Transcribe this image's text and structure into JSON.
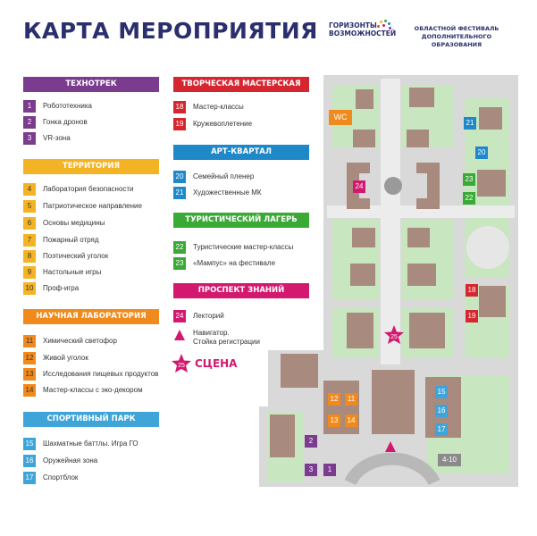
{
  "title": "КАРТА МЕРОПРИЯТИЯ",
  "logo": {
    "line1": "ГОРИЗОНТЫ",
    "line2": "ВОЗМОЖНОСТЕЙ"
  },
  "festival": {
    "line1": "ОБЛАСТНОЙ ФЕСТИВАЛЬ",
    "line2": "ДОПОЛНИТЕЛЬНОГО ОБРАЗОВАНИЯ"
  },
  "colors": {
    "title": "#2b2f6e",
    "tehnotrek": "#7b3b8e",
    "territory": "#f4b324",
    "nauchnaya": "#f08a1d",
    "sport": "#3fa4d8",
    "tvorcheskaya": "#d6262f",
    "artkvartal": "#1e88c9",
    "turist": "#3aa935",
    "prospekt": "#d3186f",
    "map_ground": "#d9d9d9",
    "map_building": "#a88a7e",
    "map_green": "#c8e6c0"
  },
  "sections": {
    "tehnotrek": {
      "title": "ТЕХНОТРЕК",
      "items": [
        {
          "num": "1",
          "label": "Робототехника"
        },
        {
          "num": "2",
          "label": "Гонка дронов"
        },
        {
          "num": "3",
          "label": "VR-зона"
        }
      ]
    },
    "territory": {
      "title": "ТЕРРИТОРИЯ ВОЗМОЖНОСТЕЙ",
      "items": [
        {
          "num": "4",
          "label": "Лаборатория безопасности"
        },
        {
          "num": "5",
          "label": "Патриотическое направление"
        },
        {
          "num": "6",
          "label": "Основы медицины"
        },
        {
          "num": "7",
          "label": "Пожарный отряд"
        },
        {
          "num": "8",
          "label": "Поэтический уголок"
        },
        {
          "num": "9",
          "label": "Настольные игры"
        },
        {
          "num": "10",
          "label": "Проф-игра"
        }
      ]
    },
    "nauchnaya": {
      "title": "НАУЧНАЯ ЛАБОРАТОРИЯ",
      "items": [
        {
          "num": "11",
          "label": "Химический светофор"
        },
        {
          "num": "12",
          "label": "Живой уголок"
        },
        {
          "num": "13",
          "label": "Исследования пищевых продуктов"
        },
        {
          "num": "14",
          "label": "Мастер-классы с эко-декором"
        }
      ]
    },
    "sport": {
      "title": "СПОРТИВНЫЙ ПАРК",
      "items": [
        {
          "num": "15",
          "label": "Шахматные баттлы. Игра ГО"
        },
        {
          "num": "16",
          "label": "Оружейная зона"
        },
        {
          "num": "17",
          "label": "Спортблок"
        }
      ]
    },
    "tvorcheskaya": {
      "title": "ТВОРЧЕСКАЯ МАСТЕРСКАЯ",
      "items": [
        {
          "num": "18",
          "label": "Мастер-классы"
        },
        {
          "num": "19",
          "label": "Кружевоплетение"
        }
      ]
    },
    "artkvartal": {
      "title": "АРТ-КВАРТАЛ",
      "items": [
        {
          "num": "20",
          "label": "Семейный пленер"
        },
        {
          "num": "21",
          "label": "Художественные МК"
        }
      ]
    },
    "turist": {
      "title": "ТУРИСТИЧЕСКИЙ ЛАГЕРЬ",
      "items": [
        {
          "num": "22",
          "label": "Туристические мастер-классы"
        },
        {
          "num": "23",
          "label": "«Мампус» на фестивале"
        }
      ]
    },
    "prospekt": {
      "title": "ПРОСПЕКТ ЗНАНИЙ",
      "items": [
        {
          "num": "24",
          "label": "Лекторий"
        }
      ]
    }
  },
  "navigator": {
    "line1": "Навигатор.",
    "line2": "Стойка регистрации"
  },
  "scene": {
    "num": "25",
    "label": "СЦЕНА"
  },
  "map": {
    "wc_label": "WC",
    "markers": [
      {
        "label": "21",
        "color": "blue"
      },
      {
        "label": "20",
        "color": "blue"
      },
      {
        "label": "24",
        "color": "pink"
      },
      {
        "label": "23",
        "color": "green"
      },
      {
        "label": "22",
        "color": "green"
      },
      {
        "label": "18",
        "color": "red"
      },
      {
        "label": "19",
        "color": "red"
      },
      {
        "label": "25",
        "color": "pink"
      },
      {
        "label": "12",
        "color": "orange"
      },
      {
        "label": "11",
        "color": "orange"
      },
      {
        "label": "13",
        "color": "orange"
      },
      {
        "label": "14",
        "color": "orange"
      },
      {
        "label": "15",
        "color": "lightblue"
      },
      {
        "label": "16",
        "color": "lightblue"
      },
      {
        "label": "17",
        "color": "lightblue"
      },
      {
        "label": "2",
        "color": "purple"
      },
      {
        "label": "3",
        "color": "purple"
      },
      {
        "label": "1",
        "color": "purple"
      },
      {
        "label": "4-10",
        "color": "gray"
      }
    ]
  }
}
